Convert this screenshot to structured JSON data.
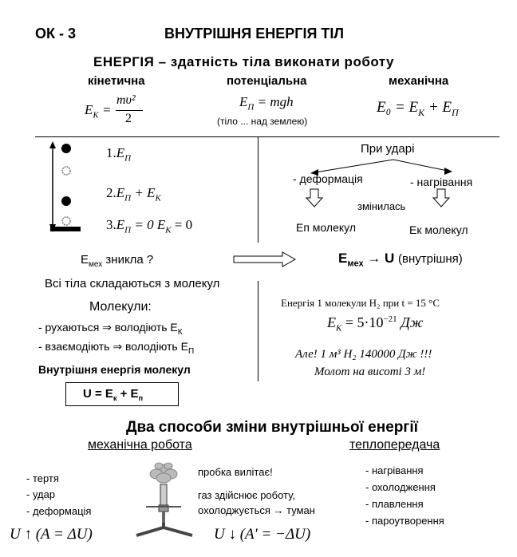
{
  "header": {
    "code": "ОК  - 3",
    "title": "ВНУТРІШНЯ ЕНЕРГІЯ ТІЛ"
  },
  "definition": {
    "word": "ЕНЕРГІЯ",
    "rest": " – здатність тіла виконати роботу"
  },
  "types": {
    "kinetic": {
      "label": "кінетична",
      "formula_lhs": "E",
      "formula_sub": "К",
      "formula_rhs": " = ",
      "numer": "mυ²",
      "denom": "2"
    },
    "potential": {
      "label": "потенціальна",
      "formula": "E",
      "formula_sub": "П",
      "formula_rhs": " = mgh",
      "note": "(тіло ... над землею)"
    },
    "mechanical": {
      "label": "механічна",
      "formula": "E₀ = E",
      "sub1": "К",
      "plus": " + E",
      "sub2": "П"
    }
  },
  "left_panel": {
    "s1": "1.",
    "s1_e": "E",
    "s1_sub": "П",
    "s2": "2.",
    "s2_e": "E",
    "s2_sub": "П",
    "s2_plus": " + E",
    "s2_sub2": "К",
    "s3": "3.",
    "s3_e": "E",
    "s3_sub": "П",
    "s3_eq": " = 0  E",
    "s3_sub2": "К",
    "s3_eq2": " = 0"
  },
  "right_panel": {
    "impact": "При ударі",
    "deform": "- деформація",
    "heat": "- нагрівання",
    "changed": "змінилась",
    "ep_mol": "Eп молекул",
    "ek_mol": "Eк  молекул"
  },
  "middle": {
    "emech": "E",
    "emech_sub": "мех",
    "emech_rest": " зникла ?",
    "result_e": "E",
    "result_sub": "мех",
    "result_arrow": " → U ",
    "result_paren": "(внутрішня)"
  },
  "molecules": {
    "all": "Всі тіла складаються з молекул",
    "title": "Молекули:",
    "l1": "-  рухаються ⇒ володіють E",
    "l1_sub": "К",
    "l2": "-  взаємодіють ⇒ володіють E",
    "l2_sub": "П",
    "internal": "Внутрішня енергія молекул",
    "formula": "U = E",
    "f_sub1": "к",
    "f_plus": " + E",
    "f_sub2": "п"
  },
  "energy_box": {
    "line1": "Енергія 1 молекули H₂ при t = 15 °C",
    "line2_e": "E",
    "line2_sub": "К",
    "line2_rest": " = 5·10",
    "line2_exp": "−21",
    "line2_unit": " Дж",
    "line3": "Але! 1 м³ H₂  140000 Дж !!!",
    "line4": "Молот на висоті 3 м!"
  },
  "ways": {
    "title": "Два способи зміни внутрішньої енергії",
    "mech_work": "механічна робота",
    "heat_transfer": "теплопередача",
    "mech_items": [
      "- тертя",
      "- удар",
      "- деформація"
    ],
    "cork": "пробка вилітає!",
    "gas1": "газ здійснює роботу,",
    "gas2": "охолоджується → туман",
    "heat_items": [
      "-  нагрівання",
      "-  охолодження",
      "-  плавлення",
      "-  пароутворення"
    ],
    "f_left": "U ↑   (A = ΔU)",
    "f_right": "U ↓  (A′ = −ΔU)"
  }
}
